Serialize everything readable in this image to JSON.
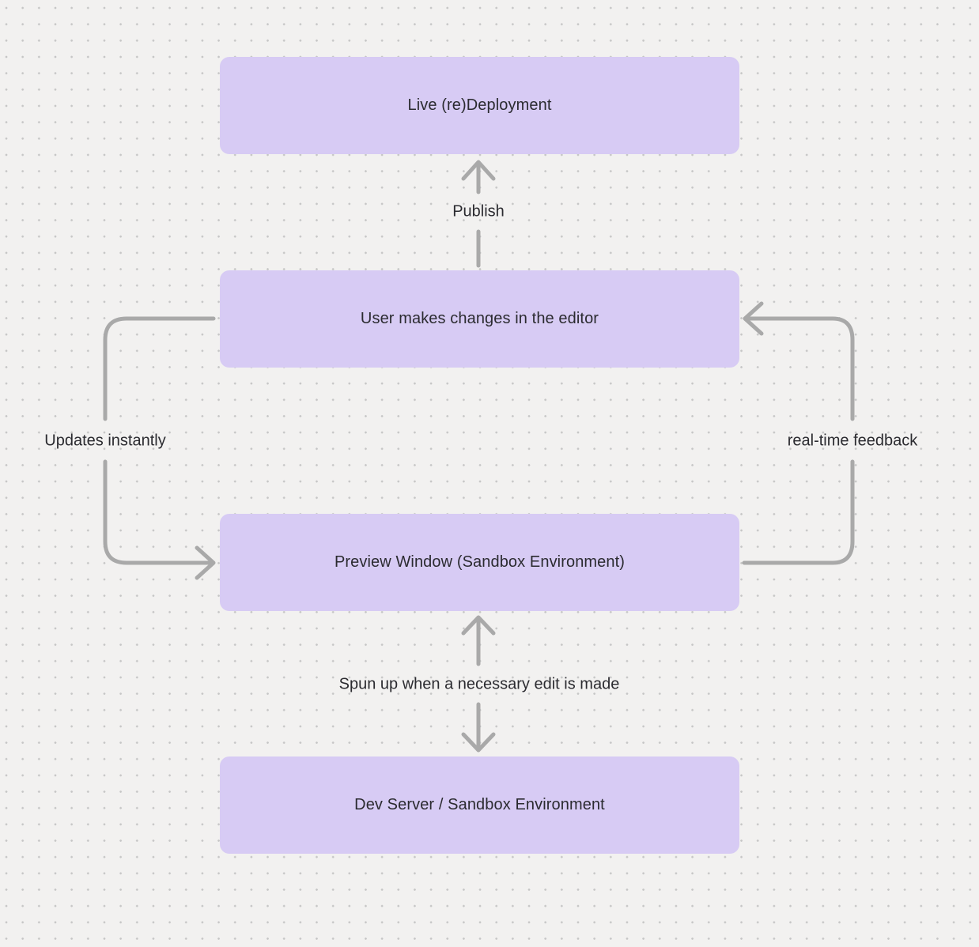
{
  "canvas": {
    "background_color": "#f2f1f0",
    "dot_color": "#c6c6c6"
  },
  "diagram": {
    "node_fill_color": "#d7cbf4",
    "arrow_color": "#a9a9a9",
    "text_color": "#2b2b30",
    "nodes": [
      {
        "id": "live-redeployment",
        "label": "Live (re)Deployment"
      },
      {
        "id": "editor",
        "label": "User makes changes in the editor"
      },
      {
        "id": "preview",
        "label": "Preview Window (Sandbox Environment)"
      },
      {
        "id": "dev-server",
        "label": "Dev Server / Sandbox Environment"
      }
    ],
    "edges": [
      {
        "id": "publish",
        "label": "Publish",
        "from": "editor",
        "to": "live-redeployment",
        "direction": "up"
      },
      {
        "id": "updates-instantly",
        "label": "Updates instantly",
        "from": "editor",
        "to": "preview",
        "direction": "down-left-side"
      },
      {
        "id": "real-time-feedback",
        "label": "real-time feedback",
        "from": "preview",
        "to": "editor",
        "direction": "up-right-side"
      },
      {
        "id": "spun-up",
        "label": "Spun up when a necessary edit is made",
        "from": "preview",
        "to": "dev-server",
        "direction": "both"
      }
    ]
  }
}
